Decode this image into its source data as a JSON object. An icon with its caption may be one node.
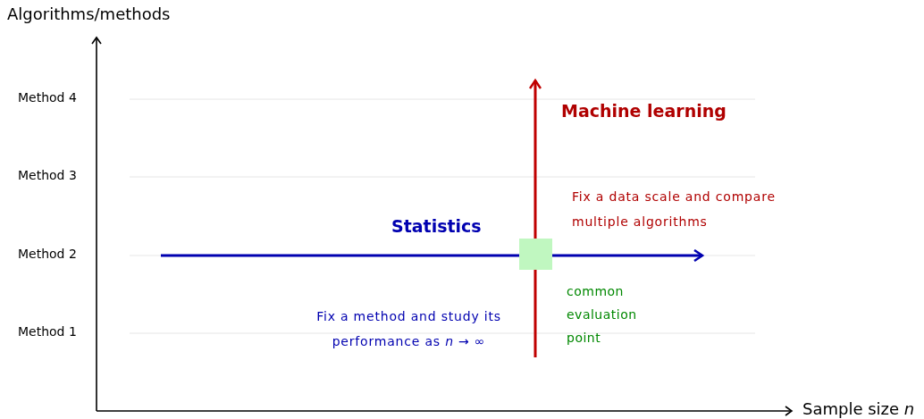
{
  "diagram": {
    "nodes": [
      {
        "text": [],
        "shape": "box",
        "beside": [
          "common evaluation point"
        ]
      }
    ],
    "edges": [],
    "labels": [
      "Algorithms/methods",
      "Method 4",
      "Machine learning",
      "Method 3",
      "Fix a data scale and compare multiple algorithms",
      "Statistics",
      "Method 2",
      "Fix a method and study its performance as *n* → ∞",
      "Method 1",
      "Sample size *n*"
    ]
  }
}
